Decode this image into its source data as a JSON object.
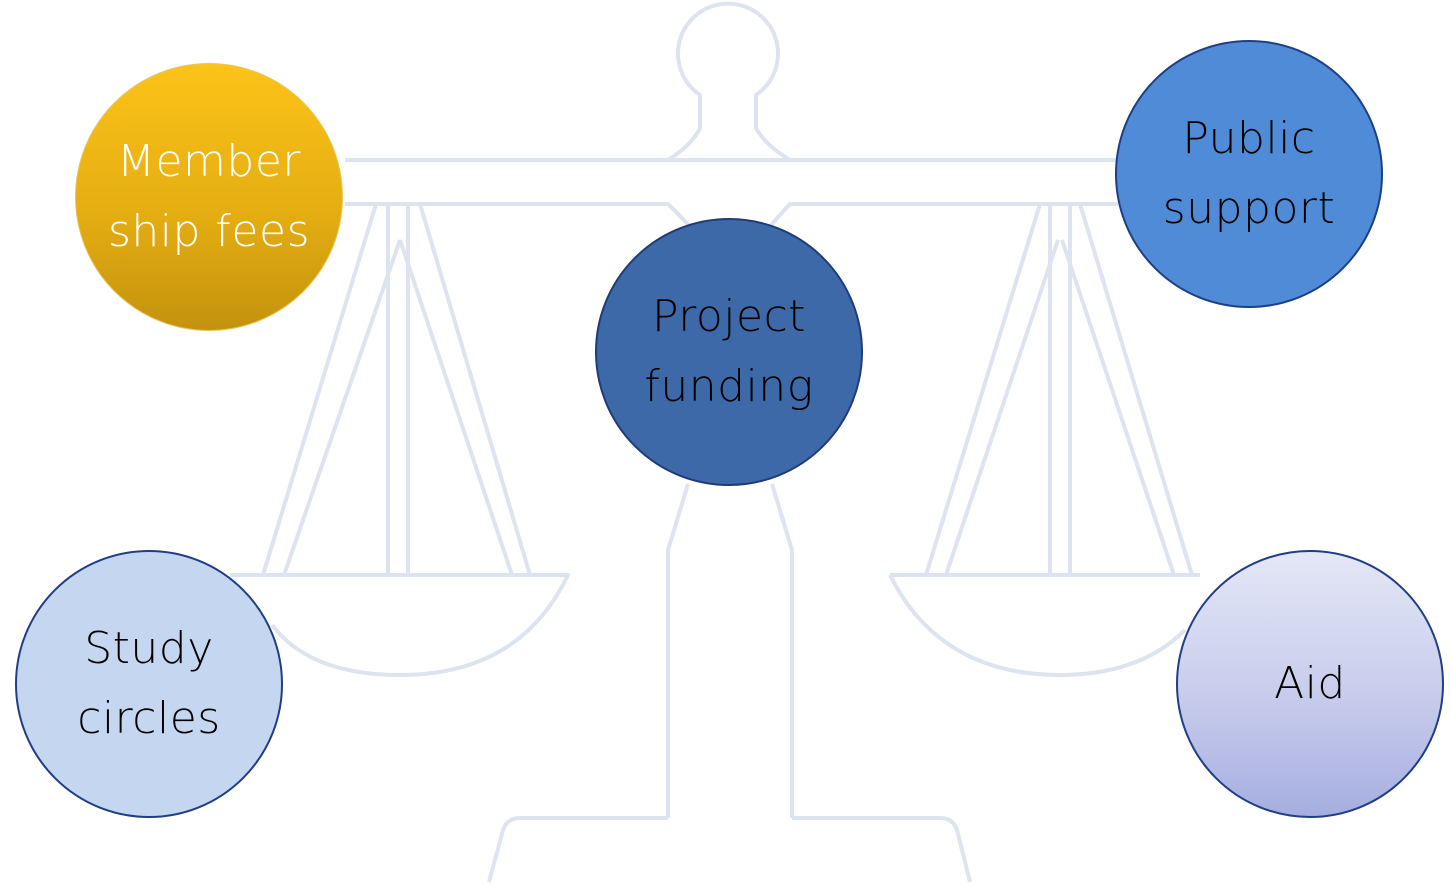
{
  "bubbles": {
    "membership_fees": "Member\nship fees",
    "public_support": "Public\nsupport",
    "project_funding": "Project\nfunding",
    "study_circles": "Study\ncircles",
    "aid": "Aid"
  },
  "colors": {
    "scale_outline": "#DDE3EF",
    "membership_fill": "#F2B414",
    "public_fill": "#4F8BD6",
    "project_fill": "#3E69A9",
    "study_fill": "#C5D6F0",
    "aid_fill": "#C7CCEC",
    "bubble_border": "#1F3E86"
  },
  "background_icon": "balance-scale-icon"
}
